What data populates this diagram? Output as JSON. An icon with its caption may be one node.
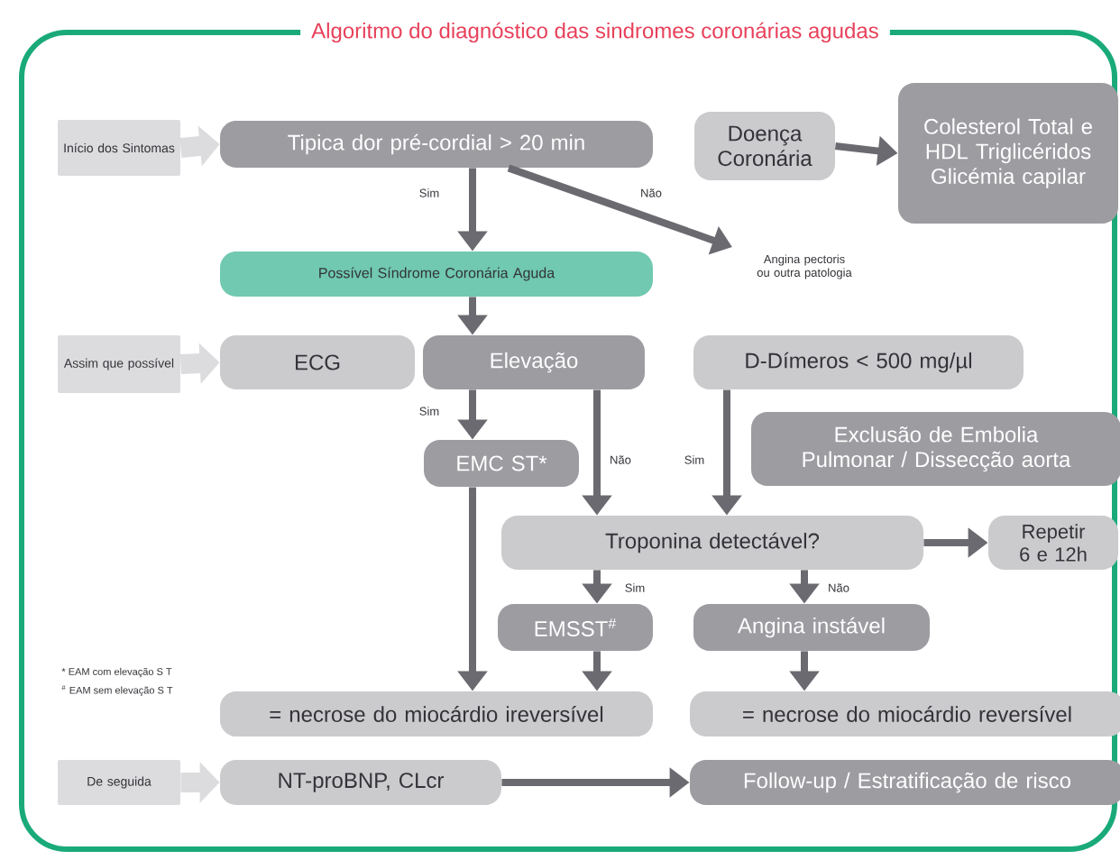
{
  "diagram": {
    "title": "Algoritmo do diagnóstico das sindromes coronárias agudas",
    "nodes": [
      {
        "text": [
          "Início dos Sintomas"
        ]
      },
      {
        "text": [
          "Tipica dor pré-cordial > 20 min"
        ]
      },
      {
        "text": [
          "Doença Coronária"
        ]
      },
      {
        "text": [
          "Colesterol Total e HDL Triglicéridos Glicémia capilar"
        ]
      },
      {
        "text": [
          "Angina pectoris ou outra patologia"
        ]
      },
      {
        "text": [
          "Possível Síndrome Coronária Aguda"
        ]
      },
      {
        "text": [
          "Assim que possível"
        ]
      },
      {
        "text": [
          "ECG"
        ]
      },
      {
        "text": [
          "Elevação"
        ]
      },
      {
        "text": [
          "D-Dímeros < 500 mg/µl"
        ]
      },
      {
        "text": [
          "Exclusão de Embolia Pulmonar / Dissecção aorta"
        ]
      },
      {
        "text": [
          "EMC ST*"
        ]
      },
      {
        "text": [
          "Troponina detectável?"
        ]
      },
      {
        "text": [
          "Repetir 6 e 12h"
        ]
      },
      {
        "text": [
          "EMSST$^{#}$"
        ]
      },
      {
        "text": [
          "Angina instável"
        ]
      },
      {
        "text": [
          "= necrose do miocárdio ireversível"
        ]
      },
      {
        "text": [
          "= necrose do miocárdio reversível"
        ]
      },
      {
        "text": [
          "De seguida"
        ]
      },
      {
        "text": [
          "NT-proBNP, CLcr"
        ]
      },
      {
        "text": [
          "Follow-up / Estratificação de risco"
        ]
      }
    ],
    "edges": [
      {
        "from": 0,
        "to": 1,
        "arrow": "to",
        "style": "thick",
        "color": "#dcdcde"
      },
      {
        "from": 1,
        "to": 5,
        "arrow": "to",
        "label": "Sim"
      },
      {
        "from": 1,
        "to": 4,
        "arrow": "to",
        "label": "Não"
      },
      {
        "from": 2,
        "to": 3,
        "arrow": "to"
      },
      {
        "from": 6,
        "to": 7,
        "arrow": "to",
        "style": "thick",
        "color": "#dcdcde"
      },
      {
        "from": 5,
        "to": 8,
        "arrow": "to"
      },
      {
        "from": 8,
        "to": 11,
        "arrow": "to",
        "label": "Sim"
      },
      {
        "from": 8,
        "to": 12,
        "arrow": "to",
        "label": "Não"
      },
      {
        "from": 9,
        "to": 12,
        "arrow": "to",
        "label": "Sim"
      },
      {
        "from": 12,
        "to": 13,
        "arrow": "to"
      },
      {
        "from": 12,
        "to": 14,
        "arrow": "to",
        "label": "Sim"
      },
      {
        "from": 12,
        "to": 15,
        "arrow": "to",
        "label": "Não"
      },
      {
        "from": 11,
        "to": 16,
        "arrow": "to"
      },
      {
        "from": 14,
        "to": 16,
        "arrow": "to"
      },
      {
        "from": 15,
        "to": 17,
        "arrow": "to"
      },
      {
        "from": 18,
        "to": 19,
        "arrow": "to",
        "style": "thick",
        "color": "#dcdcde"
      },
      {
        "from": 19,
        "to": 20,
        "arrow": "to"
      }
    ],
    "labels": [
      "* EAM com elevação S T",
      "$^{#}$ EAM sem elevação S T"
    ]
  }
}
